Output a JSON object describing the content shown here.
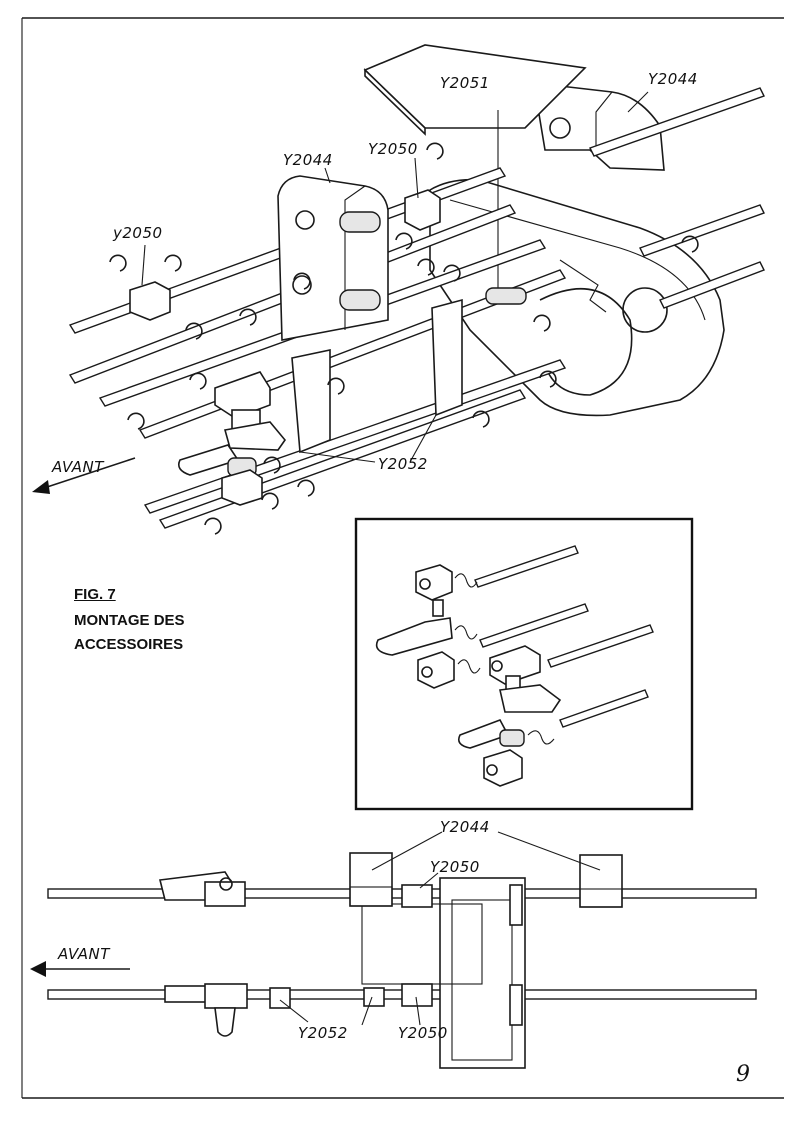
{
  "labels": {
    "y2051": "Y2051",
    "y2044_top_right": "Y2044",
    "y2050_top": "Y2050",
    "y2044_top_left": "Y2044",
    "y2050_left": "y2050",
    "avant_top": "AVANT",
    "y2052_top": "Y2052",
    "y2044_bottom": "Y2044",
    "y2050_bottom_top": "Y2050",
    "avant_bottom": "AVANT",
    "y2052_bottom": "Y2052",
    "y2050_bottom": "Y2050"
  },
  "caption": {
    "fig": "FIG. 7",
    "line1": "MONTAGE DES",
    "line2": "ACCESSOIRES"
  },
  "page_number": "9"
}
